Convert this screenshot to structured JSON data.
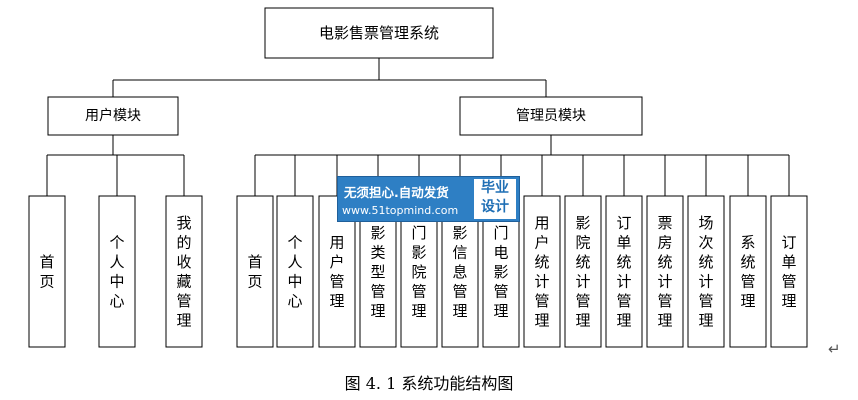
{
  "diagram": {
    "root": "电影售票管理系统",
    "branches": [
      {
        "label": "用户模块",
        "children": [
          "首页",
          "个人中心",
          "我的收藏管理"
        ]
      },
      {
        "label": "管理员模块",
        "children": [
          "首页",
          "个人中心",
          "用户管理",
          "影类型管理",
          "门影院管理",
          "影信息管理",
          "门电影管理",
          "用户统计管理",
          "影院统计管理",
          "订单统计管理",
          "票房统计管理",
          "场次统计管理",
          "系统管理",
          "订单管理"
        ]
      }
    ]
  },
  "watermark": {
    "line1": "无须担心.自动发货",
    "line2": "www.51topmind.com",
    "badge": "毕业设计"
  },
  "caption": "图 4. 1 系统功能结构图",
  "paragraph_mark": "↵",
  "colors": {
    "watermark_bg": "#2e7fc4",
    "watermark_badge_text": "#1f6fb5"
  }
}
